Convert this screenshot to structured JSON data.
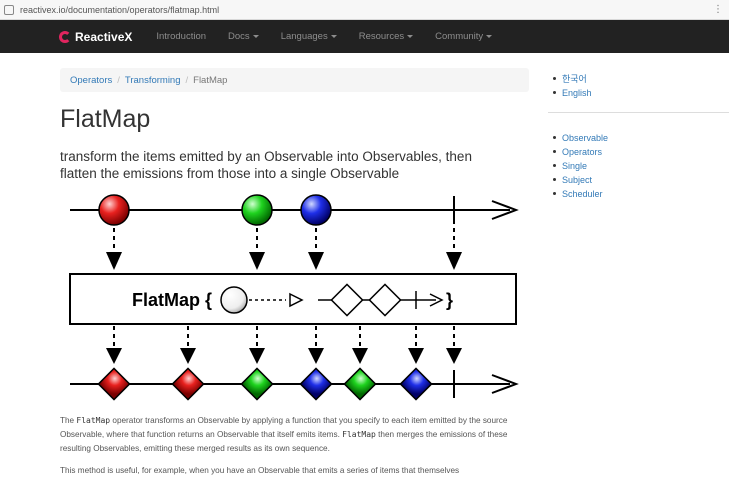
{
  "browser": {
    "url": "reactivex.io/documentation/operators/flatmap.html",
    "menu_icon": "vertical-dots-icon"
  },
  "navbar": {
    "brand": "ReactiveX",
    "items": [
      {
        "label": "Introduction",
        "dropdown": false
      },
      {
        "label": "Docs",
        "dropdown": true
      },
      {
        "label": "Languages",
        "dropdown": true
      },
      {
        "label": "Resources",
        "dropdown": true
      },
      {
        "label": "Community",
        "dropdown": true
      }
    ]
  },
  "breadcrumb": {
    "operators": "Operators",
    "transforming": "Transforming",
    "current": "FlatMap",
    "separator": "/"
  },
  "page": {
    "title": "FlatMap",
    "subtitle": "transform the items emitted by an Observable into Observables, then flatten the emissions from those into a single Observable"
  },
  "diagram": {
    "label": "FlatMap {",
    "close": "}",
    "colors": {
      "red": "#e8211f",
      "green": "#1fd31f",
      "blue": "#1f2fe8"
    }
  },
  "body": {
    "p1": {
      "t1": "The ",
      "c1": "FlatMap",
      "t2": " operator transforms an Observable by applying a function that you specify to each item emitted by the source Observable, where that function returns an Observable that itself emits items. ",
      "c2": "FlatMap",
      "t3": " then merges the emissions of these resulting Observables, emitting these merged results as its own sequence."
    },
    "p2": "This method is useful, for example, when you have an Observable that emits a series of items that themselves"
  },
  "sidebar": {
    "languages": [
      "한국어",
      "English"
    ],
    "links": [
      "Observable",
      "Operators",
      "Single",
      "Subject",
      "Scheduler"
    ]
  }
}
